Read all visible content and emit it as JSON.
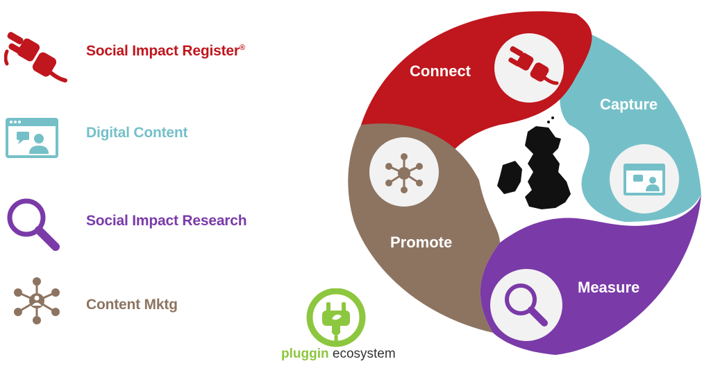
{
  "legend": [
    {
      "label": "Social Impact Register",
      "suffix": "®",
      "color": "#c0161d",
      "icon": "plug-icon"
    },
    {
      "label": "Digital Content",
      "suffix": "",
      "color": "#75c0c8",
      "icon": "video-call-icon"
    },
    {
      "label": "Social Impact Research",
      "suffix": "",
      "color": "#7a3aa8",
      "icon": "magnifier-icon"
    },
    {
      "label": "Content Mktg",
      "suffix": "",
      "color": "#8d7461",
      "icon": "network-icon"
    }
  ],
  "wheel": {
    "segments": [
      {
        "label": "Connect",
        "color": "#c0161d",
        "icon": "plug-icon"
      },
      {
        "label": "Capture",
        "color": "#75c0c8",
        "icon": "video-call-icon"
      },
      {
        "label": "Measure",
        "color": "#7a3aa8",
        "icon": "magnifier-icon"
      },
      {
        "label": "Promote",
        "color": "#8d7461",
        "icon": "network-icon"
      }
    ],
    "center_icon": "uk-map-icon"
  },
  "logo": {
    "brand": "pluggin",
    "rest": " ecosystem",
    "color": "#8dc63f"
  }
}
